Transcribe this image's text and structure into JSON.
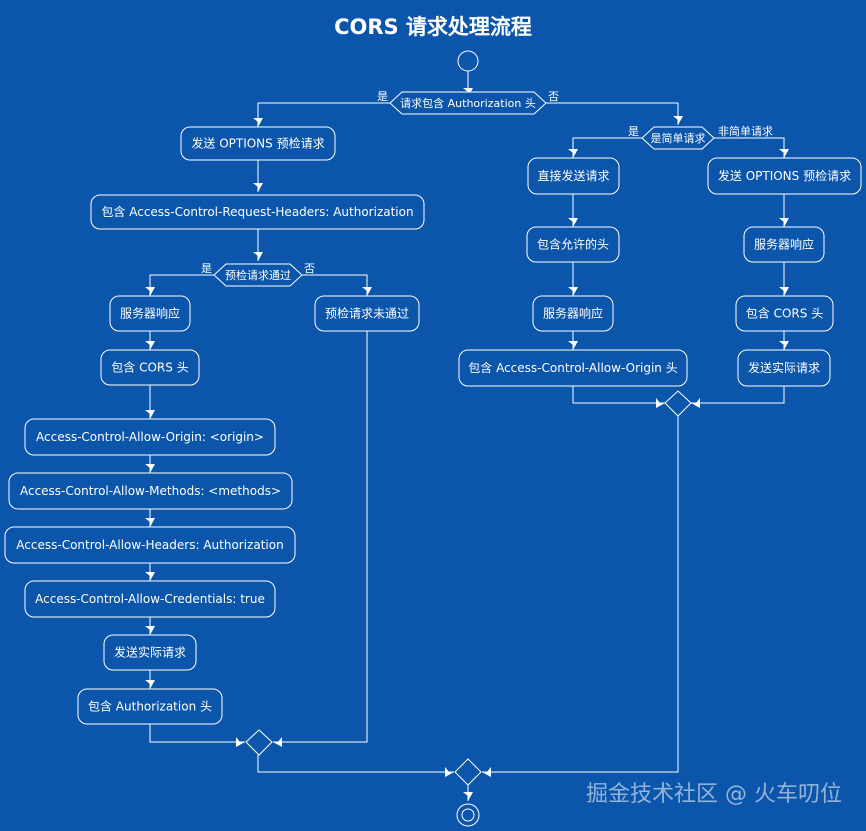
{
  "title": "CORS 请求处理流程",
  "watermark": "掘金技术社区 @ 火车叨位",
  "decisions": {
    "auth_header": {
      "label": "请求包含 Authorization 头",
      "yes": "是",
      "no": "否"
    },
    "preflight_pass": {
      "label": "预检请求通过",
      "yes": "是",
      "no": "否"
    },
    "simple_request": {
      "label": "是简单请求",
      "yes": "是",
      "no": "非简单请求"
    }
  },
  "activities": {
    "send_options_auth": "发送 OPTIONS 预检请求",
    "include_acrh": "包含 Access-Control-Request-Headers: Authorization",
    "server_response_ok": "服务器响应",
    "include_cors_ok": "包含 CORS 头",
    "acao_origin": "Access-Control-Allow-Origin: <origin>",
    "acam_methods": "Access-Control-Allow-Methods: <methods>",
    "acah_auth": "Access-Control-Allow-Headers: Authorization",
    "acac_true": "Access-Control-Allow-Credentials: true",
    "send_actual_auth": "发送实际请求",
    "include_auth_header": "包含 Authorization 头",
    "preflight_failed": "预检请求未通过",
    "send_direct": "直接发送请求",
    "include_allowed_header": "包含允许的头",
    "server_response_simple": "服务器响应",
    "include_acao_simple": "包含 Access-Control-Allow-Origin 头",
    "send_options_nonsimple": "发送 OPTIONS 预检请求",
    "server_response_nonsimple": "服务器响应",
    "include_cors_nonsimple": "包含 CORS 头",
    "send_actual_nonsimple": "发送实际请求"
  }
}
